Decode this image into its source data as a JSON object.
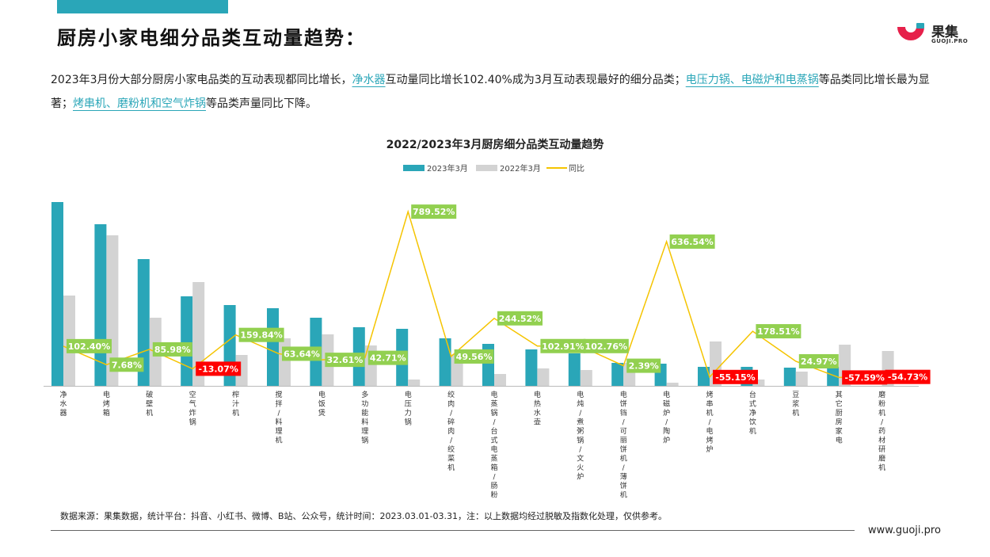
{
  "header": {
    "title": "厨房小家电细分品类互动量趋势：",
    "brand_name": "果集",
    "brand_domain": "GUOJI.PRO",
    "accent_color": "#2aa6b8",
    "logo_red": "#e6204a"
  },
  "summary": {
    "p1": "2023年3月份大部分厨房小家电品类的互动表现都同比增长，",
    "h1": "净水器",
    "p2": "互动量同比增长102.40%成为3月互动表现最好的细分品类；",
    "h2": "电压力锅、电磁炉和电蒸锅",
    "p3": "等品类同比增长最为显著；",
    "h3": "烤串机、磨粉机和空气炸锅",
    "p4": "等品类声量同比下降。"
  },
  "chart_data": {
    "type": "bar",
    "title": "2022/2023年3月厨房细分品类互动量趋势",
    "categories": [
      "净水器",
      "电烤箱",
      "破壁机",
      "空气炸锅",
      "榨汁机",
      "搅拌/料理机",
      "电饭煲",
      "多功能料理锅",
      "电压力锅",
      "绞肉/碎肉/绞菜机",
      "电蒸锅/台式电蒸箱/肠粉机",
      "电热水壶",
      "电炖/煮粥锅/文火炉",
      "电饼铛/可丽饼机/薄饼机",
      "电磁炉/陶炉",
      "烤串机/电烤炉",
      "台式净饮机",
      "豆浆机",
      "其它厨房家电",
      "磨粉机/药材研磨机"
    ],
    "series": [
      {
        "name": "2023年3月",
        "color": "#2aa6b8",
        "values": [
          232,
          204,
          160,
          113,
          102,
          98,
          86,
          74,
          72,
          60,
          53,
          46,
          41,
          29,
          28,
          24,
          24,
          23,
          24,
          0
        ]
      },
      {
        "name": "2022年3月",
        "color": "#d3d3d3",
        "values": [
          114,
          190,
          86,
          131,
          39,
          60,
          65,
          51,
          8,
          40,
          15,
          22,
          20,
          29,
          4,
          56,
          8,
          18,
          52,
          44
        ]
      },
      {
        "name": "同比",
        "color": "#f5c400",
        "values": [
          102.4,
          7.68,
          85.98,
          -13.07,
          159.84,
          63.64,
          32.61,
          42.71,
          789.52,
          49.56,
          244.52,
          102.91,
          102.76,
          2.39,
          636.54,
          -55.15,
          178.51,
          24.97,
          -57.59,
          -54.73
        ]
      }
    ],
    "yoy_labels": [
      "102.40%",
      "7.68%",
      "85.98%",
      "-13.07%",
      "159.84%",
      "63.64%",
      "32.61%",
      "42.71%",
      "789.52%",
      "49.56%",
      "244.52%",
      "102.91%",
      "102.76%",
      "2.39%",
      "636.54%",
      "-55.15%",
      "178.51%",
      "24.97%",
      "-57.59%",
      "-54.73%"
    ],
    "bar_ylim": [
      0,
      232
    ],
    "yoy_ylim": [
      -60,
      790
    ],
    "legend_position": "top-center",
    "grid": false,
    "positive_label_color": "#92d050",
    "negative_label_color": "#ff0000"
  },
  "footer": {
    "source": "数据来源：果集数据，统计平台：抖音、小红书、微博、B站、公众号，统计时间：2023.03.01-03.31，注：以上数据均经过脱敏及指数化处理，仅供参考。",
    "website": "www.guoji.pro"
  }
}
